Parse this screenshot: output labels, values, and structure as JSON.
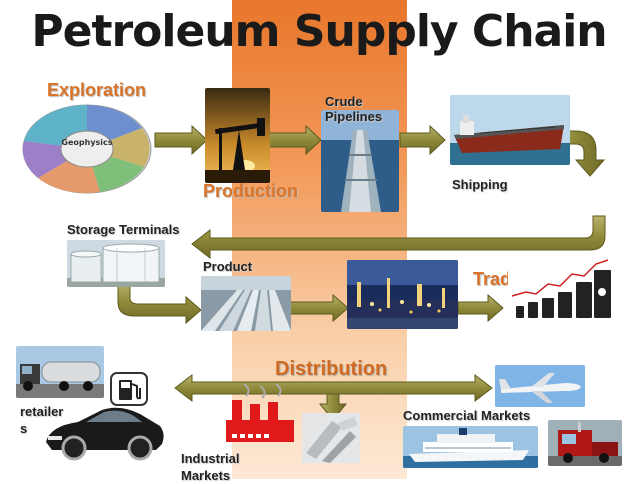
{
  "title": "Petroleum Supply Chain",
  "stages": {
    "exploration": "Exploration",
    "production": "Production",
    "crude_pipelines": "Crude\nPipelines",
    "shipping": "Shipping",
    "storage_terminals": "Storage Terminals",
    "product": "Product",
    "trading": "Trading",
    "distribution": "Distribution",
    "retailers": "retailer\ns",
    "industrial_markets": "Industrial\nMarkets",
    "commercial_markets": "Commercial Markets"
  },
  "images": {
    "geophysics_wheel_text": "Geophysics"
  },
  "colors": {
    "arrow_fill": "#8f8a3a",
    "arrow_edge": "#5e5a1f",
    "accent_orange": "#d8742a",
    "band_orange": "#e8762b"
  }
}
